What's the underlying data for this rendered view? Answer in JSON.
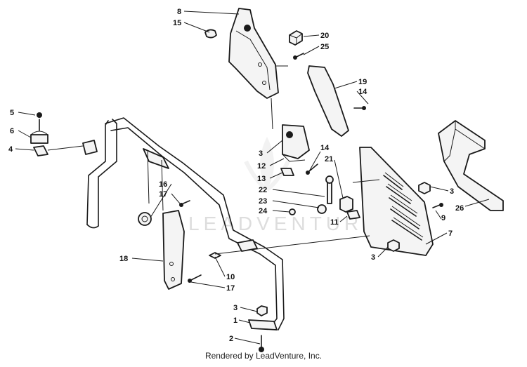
{
  "watermark": "LEADVENTURE",
  "credit": "Rendered by LeadVenture, Inc.",
  "callouts": [
    {
      "id": "c8",
      "label": "8"
    },
    {
      "id": "c15",
      "label": "15"
    },
    {
      "id": "c20",
      "label": "20"
    },
    {
      "id": "c25",
      "label": "25"
    },
    {
      "id": "c19",
      "label": "19"
    },
    {
      "id": "c14a",
      "label": "14"
    },
    {
      "id": "c5",
      "label": "5"
    },
    {
      "id": "c6",
      "label": "6"
    },
    {
      "id": "c4",
      "label": "4"
    },
    {
      "id": "c3a",
      "label": "3"
    },
    {
      "id": "c12",
      "label": "12"
    },
    {
      "id": "c13",
      "label": "13"
    },
    {
      "id": "c14b",
      "label": "14"
    },
    {
      "id": "c21",
      "label": "21"
    },
    {
      "id": "c22",
      "label": "22"
    },
    {
      "id": "c23",
      "label": "23"
    },
    {
      "id": "c24",
      "label": "24"
    },
    {
      "id": "c16",
      "label": "16"
    },
    {
      "id": "c17a",
      "label": "17"
    },
    {
      "id": "c3b",
      "label": "3"
    },
    {
      "id": "c26",
      "label": "26"
    },
    {
      "id": "c9",
      "label": "9"
    },
    {
      "id": "c11",
      "label": "11"
    },
    {
      "id": "c7",
      "label": "7"
    },
    {
      "id": "c3c",
      "label": "3"
    },
    {
      "id": "c18",
      "label": "18"
    },
    {
      "id": "c10",
      "label": "10"
    },
    {
      "id": "c17b",
      "label": "17"
    },
    {
      "id": "c3d",
      "label": "3"
    },
    {
      "id": "c1",
      "label": "1"
    },
    {
      "id": "c2",
      "label": "2"
    }
  ]
}
